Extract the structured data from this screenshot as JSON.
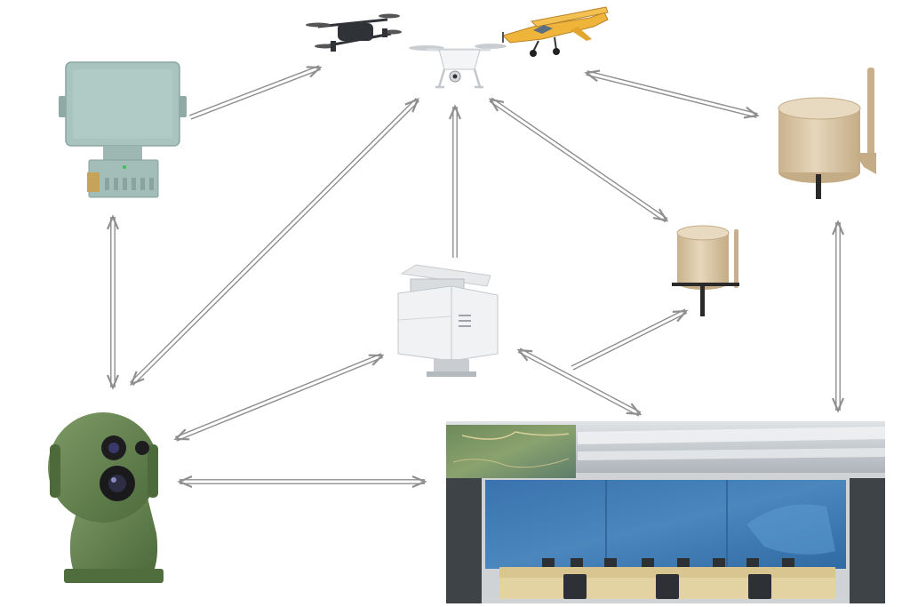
{
  "nodes": [
    {
      "id": "radar-panel",
      "icon": "radar-panel-icon"
    },
    {
      "id": "uav-targets",
      "icon": "drone-and-plane-icon"
    },
    {
      "id": "rf-detector-large",
      "icon": "rf-antenna-cylinder-icon"
    },
    {
      "id": "rf-detector-small",
      "icon": "rf-antenna-cylinder-icon"
    },
    {
      "id": "jammer-unit",
      "icon": "jammer-cabinet-icon"
    },
    {
      "id": "eo-ir-camera",
      "icon": "pan-tilt-camera-icon"
    },
    {
      "id": "control-center",
      "icon": "command-center-videowall-icon"
    }
  ],
  "connections": [
    {
      "from": "radar-panel",
      "to": "uav-targets",
      "direction": "one-way"
    },
    {
      "from": "radar-panel",
      "to": "eo-ir-camera",
      "direction": "two-way"
    },
    {
      "from": "eo-ir-camera",
      "to": "uav-targets",
      "direction": "two-way"
    },
    {
      "from": "jammer-unit",
      "to": "uav-targets",
      "direction": "one-way"
    },
    {
      "from": "uav-targets",
      "to": "rf-detector-small",
      "direction": "two-way"
    },
    {
      "from": "uav-targets",
      "to": "rf-detector-large",
      "direction": "two-way"
    },
    {
      "from": "rf-detector-large",
      "to": "control-center",
      "direction": "two-way"
    },
    {
      "from": "jammer-unit",
      "to": "eo-ir-camera",
      "direction": "two-way"
    },
    {
      "from": "jammer-unit",
      "to": "control-center",
      "direction": "two-way"
    },
    {
      "from": "control-center",
      "to": "rf-detector-small",
      "direction": "one-way"
    },
    {
      "from": "eo-ir-camera",
      "to": "control-center",
      "direction": "two-way"
    }
  ],
  "colors": {
    "arrow": "#8f8f8f",
    "radar_body": "#a9c3be",
    "camera_green": "#5f7d4a",
    "antenna_beige": "#d9c6a6",
    "jammer_white": "#f1f2f3",
    "wall_blue": "#3f78b0",
    "drone_dark": "#2f3236",
    "plane_yellow": "#efb43a"
  }
}
